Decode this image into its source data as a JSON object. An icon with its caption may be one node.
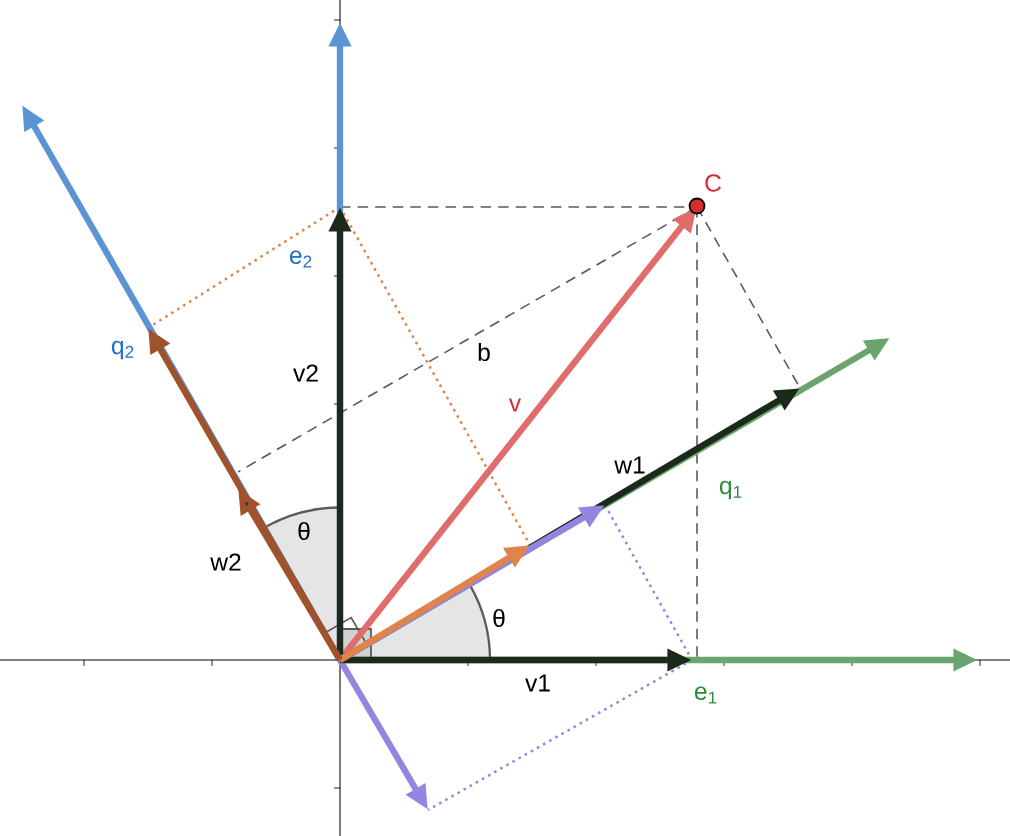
{
  "diagram": {
    "labels": [
      "C",
      "v",
      "b",
      "e$_{2}$",
      "v2",
      "q$_{2}$",
      "w2",
      "θ",
      "θ",
      "w1",
      "q$_{1}$",
      "v1",
      "e$_{1}$"
    ]
  }
}
